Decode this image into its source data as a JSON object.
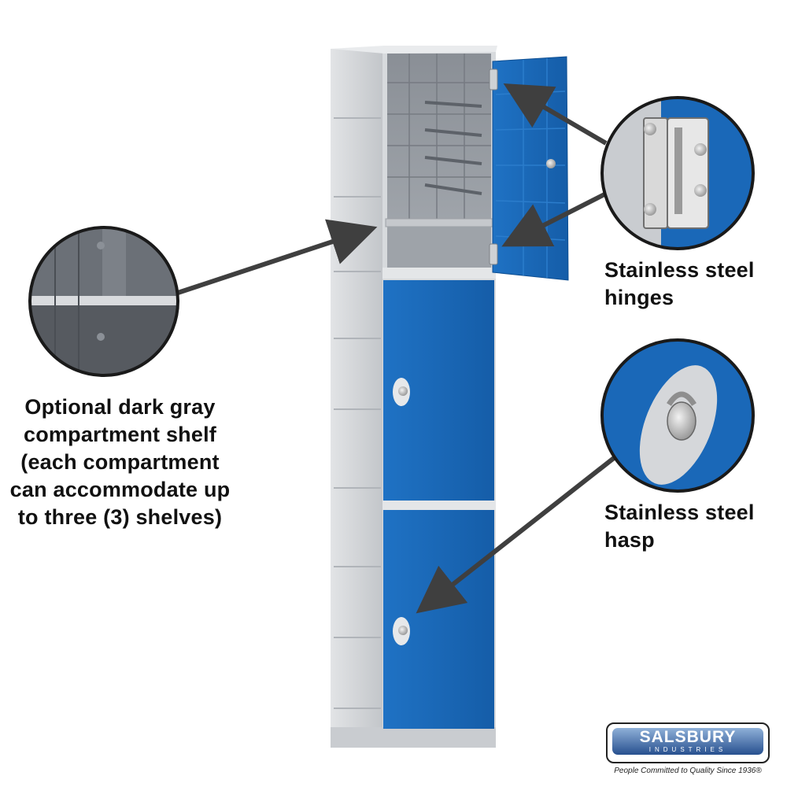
{
  "callouts": {
    "shelf": {
      "lines": [
        "Optional dark gray",
        "compartment shelf",
        "(each compartment",
        "can accommodate up",
        "to three (3) shelves)"
      ]
    },
    "hinges": {
      "lines": [
        "Stainless steel",
        "hinges"
      ]
    },
    "hasp": {
      "lines": [
        "Stainless steel",
        "hasp"
      ]
    }
  },
  "logo": {
    "name": "SALSBURY",
    "sub": "INDUSTRIES",
    "tagline": "People Committed to Quality Since 1936®"
  },
  "colors": {
    "door_blue": "#1a68b8",
    "frame_gray": "#d2d5d8",
    "arrow": "#3f3f3f"
  }
}
